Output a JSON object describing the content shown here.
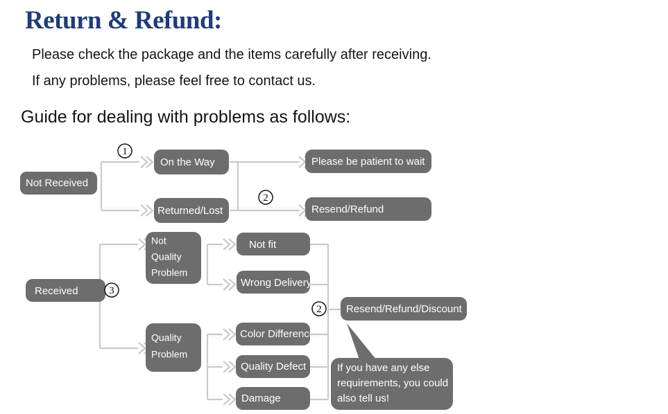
{
  "header": {
    "title": "Return & Refund:",
    "line1": "Please check the package and the items carefully after receiving.",
    "line2": "If any problems, please feel free to contact us.",
    "guide": "Guide for dealing with problems as follows:"
  },
  "colors": {
    "title": "#1f3c7a",
    "node_fill": "#6e6d6d",
    "node_text": "#ffffff",
    "connector": "#c9c9c9",
    "background": "#ffffff",
    "body_text": "#141414"
  },
  "flow": {
    "nodes": {
      "not_received": "Not Received",
      "on_the_way": "On the Way",
      "returned_lost": "Returned/Lost",
      "please_wait": "Please be patient to wait",
      "resend_refund": "Resend/Refund",
      "received": "Received",
      "not_quality_problem_l1": "Not",
      "not_quality_problem_l2": "Quality",
      "not_quality_problem_l3": "Problem",
      "quality_problem_l1": "Quality",
      "quality_problem_l2": "Problem",
      "not_fit": "Not fit",
      "wrong_delivery": "Wrong Delivery",
      "color_difference": "Color Difference",
      "quality_defect": "Quality Defect",
      "damage": "Damage",
      "resend_refund_discount": "Resend/Refund/Discount"
    },
    "markers": {
      "one": "①",
      "one_num": "1",
      "two_top": "②",
      "two_top_num": "2",
      "three": "③",
      "three_num": "3",
      "two_bottom_num": "2"
    },
    "callout": {
      "l1": "If you have any else",
      "l2": "requirements, you could",
      "l3": "also tell us!"
    }
  }
}
